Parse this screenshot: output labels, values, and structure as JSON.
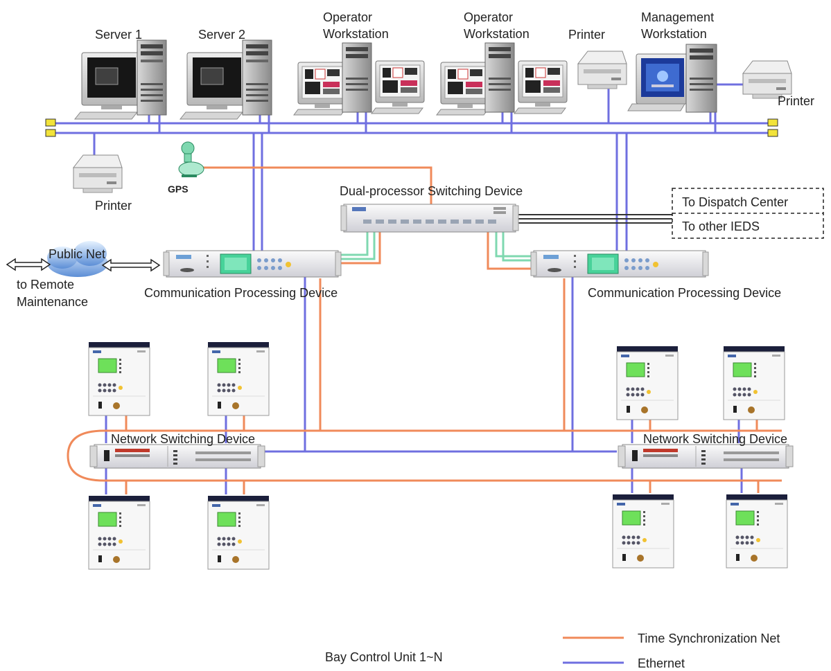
{
  "labels": {
    "server1": "Server 1",
    "server2": "Server 2",
    "operator_ws_1": [
      "Operator",
      "Workstation"
    ],
    "operator_ws_2": [
      "Operator",
      "Workstation"
    ],
    "printer_top": "Printer",
    "management_ws": [
      "Management",
      "Workstation"
    ],
    "printer_right": "Printer",
    "printer_left": "Printer",
    "gps": "GPS",
    "dual_switch": "Dual-processor Switching Device",
    "to_dispatch": "To Dispatch Center",
    "to_other_ieds": "To other IEDS",
    "public_net": "Public Net",
    "remote_maintenance": [
      "to Remote",
      "Maintenance"
    ],
    "comm_left": "Communication Processing Device",
    "comm_right": "Communication Processing Device",
    "net_switch_left": "Network Switching Device",
    "net_switch_right": "Network Switching Device",
    "bay_control": "Bay Control Unit 1~N"
  },
  "legend": [
    {
      "label": "Time Synchronization Net",
      "color": "#f08a5a"
    },
    {
      "label": "Ethernet",
      "color": "#6f6fe0"
    }
  ],
  "colors": {
    "ethernet": "#6f6fe0",
    "time_sync": "#f08a5a",
    "comm_link": "#7fd8b0",
    "bus_terminator": "#f2e33a"
  },
  "icons": {
    "server": "server-computer-icon",
    "workstation": "workstation-computer-icon",
    "printer": "printer-icon",
    "gps": "gps-antenna-icon",
    "cloud": "public-net-cloud-icon",
    "rack": "rack-device-icon",
    "bay_unit": "bay-control-unit-icon"
  }
}
